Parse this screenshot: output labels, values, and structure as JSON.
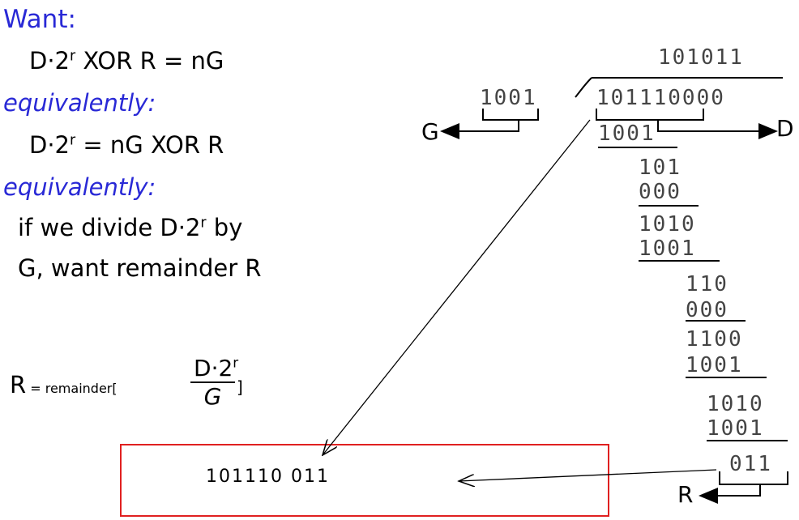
{
  "left": {
    "want": "Want:",
    "eq1_a": "D",
    "eq1_sup": "r",
    "eq1_b": " XOR R = nG",
    "equiv1": "equivalently:",
    "eq2_a": "D",
    "eq2_sup": "r",
    "eq2_b": " = nG XOR R",
    "equiv2": "equivalently:",
    "line1_a": "if we divide D",
    "line1_sup": "r",
    "line1_b": " by",
    "line2": "G, want remainder R",
    "r_label": "R",
    "r_eq": " = remainder[",
    "frac_num_a": "D",
    "frac_num_sup": "r",
    "frac_den": "G",
    "r_close": " ]",
    "dot2": "·2"
  },
  "division": {
    "quotient": "101011",
    "divisor": "1001",
    "dividend": "101110000",
    "steps": [
      "1001",
      "101",
      "000",
      "1010",
      "1001",
      "110",
      "000",
      "1100",
      "1001",
      "1010",
      "1001",
      "011"
    ],
    "g_label": "G",
    "d_label": "D",
    "r_label": "R"
  },
  "result": "101110 011",
  "colors": {
    "blue": "#2929d6",
    "box": "#e02020"
  }
}
